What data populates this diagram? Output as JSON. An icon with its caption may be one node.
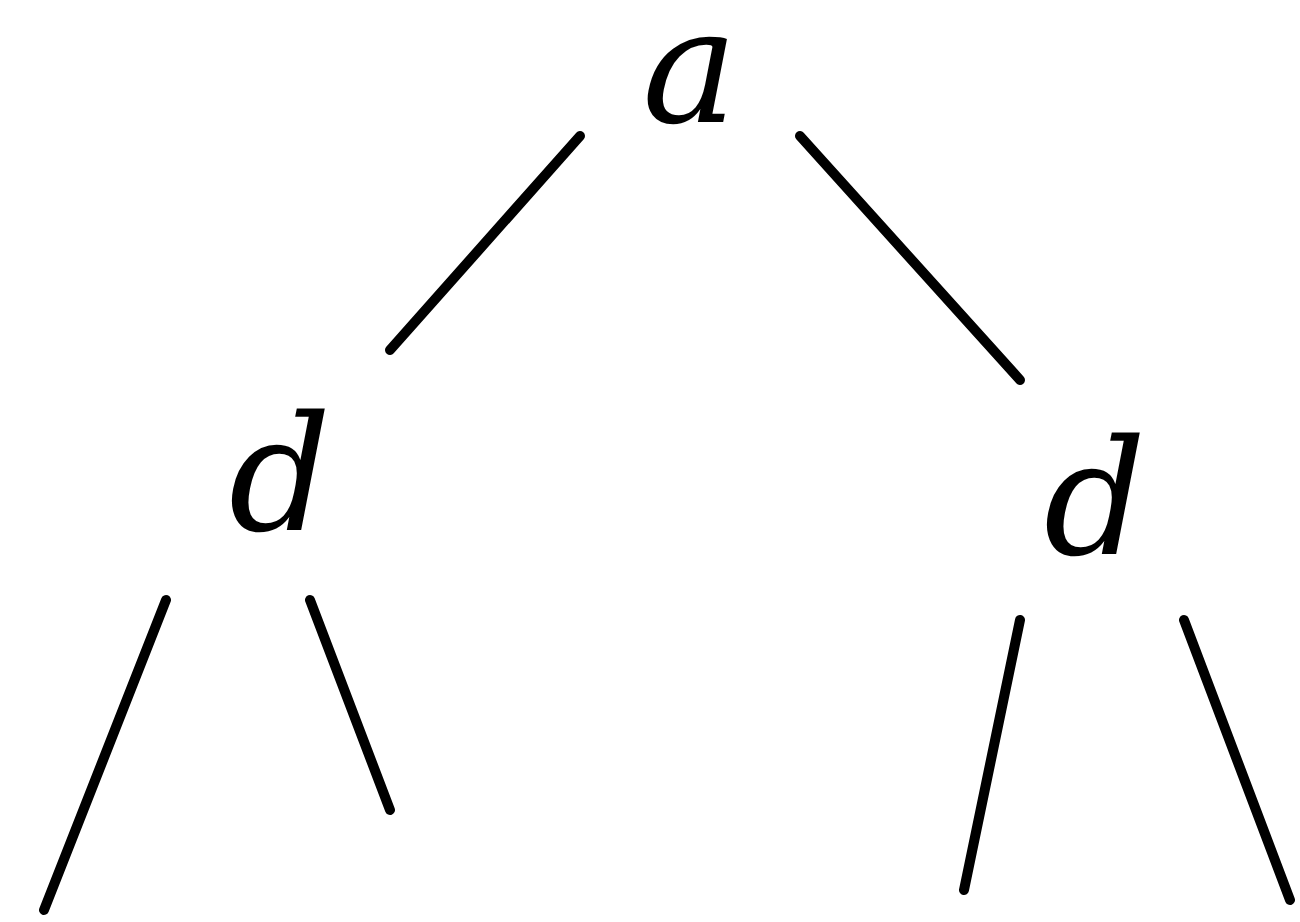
{
  "diagram": {
    "nodes": [
      {
        "text": [
          "a"
        ]
      },
      {
        "text": [
          "d"
        ]
      },
      {
        "text": [
          "d"
        ]
      }
    ],
    "edges": [
      {
        "from": 0,
        "to": 1,
        "arrow": "none"
      },
      {
        "from": 0,
        "to": 2,
        "arrow": "none"
      },
      {
        "from": 1,
        "to": null,
        "arrow": "none"
      },
      {
        "from": 1,
        "to": null,
        "arrow": "none"
      },
      {
        "from": 2,
        "to": null,
        "arrow": "none"
      },
      {
        "from": 2,
        "to": null,
        "arrow": "none"
      }
    ]
  }
}
